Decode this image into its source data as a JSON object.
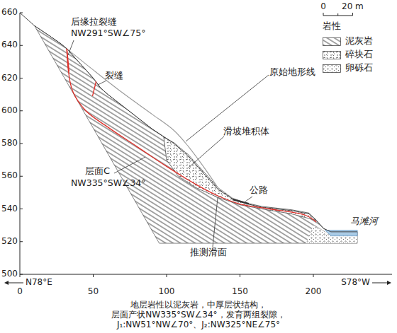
{
  "diagram": {
    "caption": "地层岩性以泥灰岩，中厚层状结构， 层面产状NW335°SW∠34°，发育两组裂隙， J₁:NW51°NW∠70°、J₂:NW325°NE∠75°",
    "labels": [
      "660",
      "640",
      "620",
      "600",
      "580",
      "560",
      "540",
      "520",
      "500",
      "0",
      "50",
      "100",
      "150",
      "200",
      "N78°E",
      "S78°W",
      "0",
      "20 m",
      "岩性",
      "后缘拉裂缝",
      "NW291°SW∠75°",
      "裂缝",
      "原始地形线",
      "滑坡堆积体",
      "公路",
      "马滩河",
      "层面C",
      "NW335°SW∠34°",
      "推测滑面"
    ],
    "legend": [
      {
        "text": "泥灰岩"
      },
      {
        "text": "碎块石"
      },
      {
        "text": "卵砾石"
      }
    ]
  }
}
